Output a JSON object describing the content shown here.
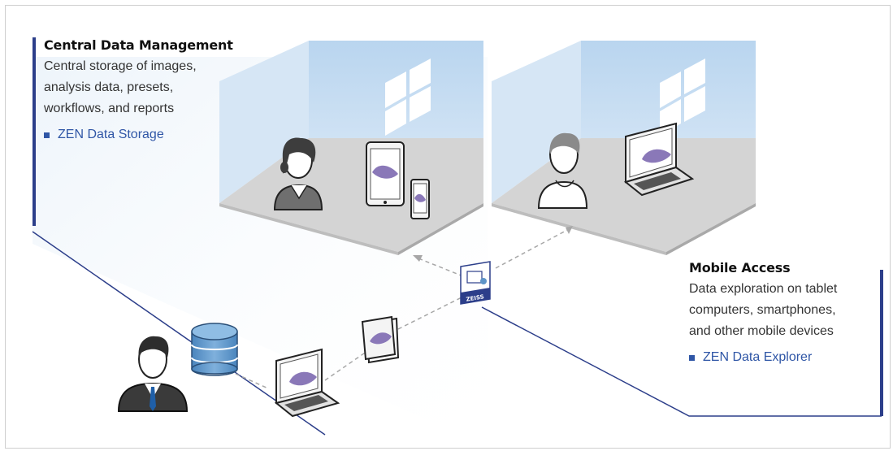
{
  "central": {
    "title": "Central Data Management",
    "description": [
      "Central storage of images,",
      "analysis data, presets,",
      "workflows, and reports"
    ],
    "link": "ZEN Data Storage"
  },
  "mobile": {
    "title": "Mobile Access",
    "description": [
      "Data exploration on tablet",
      "computers, smartphones,",
      "and other mobile devices"
    ],
    "link": "ZEN Data Explorer"
  },
  "logo_text": "ZEISS",
  "colors": {
    "accent": "#2c3e8a",
    "link": "#2f56a6",
    "wall": "#c8def2",
    "floor": "#d4d4d4",
    "database": "#5e95c8"
  },
  "icons": [
    "person-icon",
    "tablet-icon",
    "smartphone-icon",
    "laptop-icon",
    "database-icon",
    "businessman-icon",
    "folder-icon",
    "zeiss-logo-icon"
  ]
}
